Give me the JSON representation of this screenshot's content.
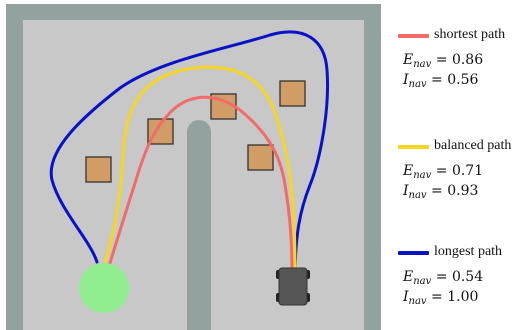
{
  "legend": [
    {
      "label": "shortest path",
      "color": "#f26b6b",
      "E_value": "0.86",
      "I_value": "0.56"
    },
    {
      "label": "balanced path",
      "color": "#f7d622",
      "E_value": "0.71",
      "I_value": "0.93"
    },
    {
      "label": "longest path",
      "color": "#0a12c8",
      "E_value": "0.54",
      "I_value": "1.00"
    }
  ],
  "metric_symbols": {
    "E": "E",
    "I": "I",
    "subscript": "nav",
    "equals": "="
  },
  "colors": {
    "wall": "#93a19f",
    "floor": "#c8c8c8",
    "obstacle": "#d19c66",
    "goal": "#90ee90",
    "robot": "#555555"
  },
  "icons": {
    "robot": "robot-icon",
    "goal": "goal-marker-icon"
  }
}
